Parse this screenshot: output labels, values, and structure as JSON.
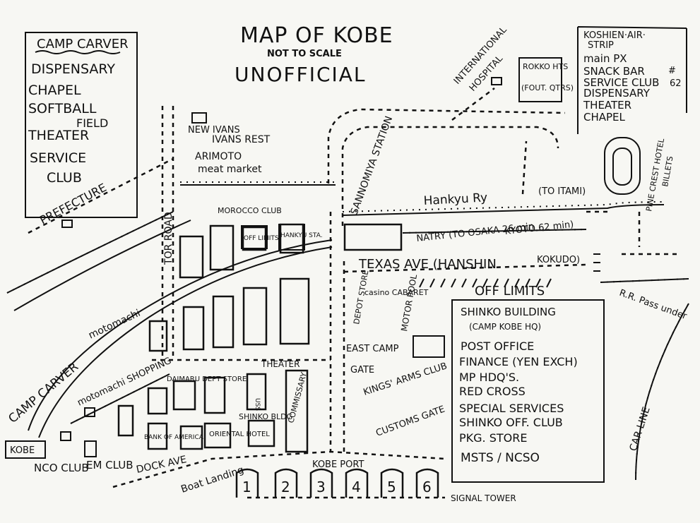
{
  "title": "MAP OF KOBE",
  "subtitle": "NOT TO SCALE",
  "unofficial": "UNOFFICIAL",
  "camp_carver_box": {
    "heading": "CAMP CARVER",
    "items": [
      "DISPENSARY",
      "CHAPEL",
      "SOFTBALL",
      "FIELD",
      "THEATER",
      "SERVICE",
      "CLUB"
    ]
  },
  "koshien_box": {
    "heading": "KOSHIEN·AIR·",
    "heading2": "STRIP",
    "items": [
      "main PX",
      "SNACK BAR",
      "SERVICE CLUB",
      "DISPENSARY",
      "THEATER",
      "CHAPEL"
    ],
    "marker": "#",
    "marker2": "62"
  },
  "shinko_box": {
    "heading": "SHINKO BUILDING",
    "sub": "(CAMP KOBE HQ)",
    "items": [
      "POST OFFICE",
      "FINANCE (YEN EXCH)",
      "MP HDQ'S.",
      "RED CROSS",
      "SPECIAL SERVICES",
      "SHINKO OFF. CLUB",
      "PKG. STORE",
      "MSTS / NCSO"
    ]
  },
  "labels": {
    "new_ivans": "NEW IVANS",
    "ivans_rest": "IVANS REST",
    "arimoto": "ARIMOTO",
    "meat_market": "meat market",
    "international": "INTERNATIONAL",
    "hospital": "HOSPITAL",
    "rokko_hts": "ROKKO HTS",
    "rokko_qtrs": "(FOUT. QTRS)",
    "prefecture": "PREFECTURE",
    "tor_road": "TOR ROAD",
    "morocco_club": "MOROCCO CLUB",
    "off_limits_small": "OFF LIMITS",
    "hankyu_sta": "HANKYU STA.",
    "sannomiya_station": "SANNOMIYA STATION",
    "hankyu_ry": "Hankyu Ry",
    "to_itami": "(TO ITAMI)",
    "pinecrest_hotel": "PINE CREST HOTEL",
    "billets": "BILLETS",
    "natry": "NATRY (TO OSAKA 26 min",
    "natry2": "KYOTO 62 min)",
    "texas_ave": "TEXAS AVE (HANSHIN",
    "kokudo": "KOKUDO)",
    "off_limits": "OFF LIMITS",
    "rr_pass_under": "R.R. Pass under",
    "motomachi": "motomachi",
    "depot_store": "DEPOT STORE",
    "casino_cabaret": "casino CABARET",
    "motor_pool": "MOTOR POOL",
    "east_camp_gate": "EAST CAMP",
    "gate": "GATE",
    "theater": "THEATER",
    "kings_arms_club": "KINGS' ARMS CLUB",
    "motomachi_shopping": "motomachi SHOPPING",
    "daimaru": "DAIMARU DEPT STORE",
    "camp_carver": "CAMP CARVER",
    "kobe": "KOBE",
    "bank_of_america": "BANK OF AMERICA",
    "oriental_hotel": "ORIENTAL HOTEL",
    "shinko_bldg": "SHINKO BLDG",
    "commissary": "COMMISSARY",
    "customs_gate": "CUSTOMS GATE",
    "kobe_port": "KOBE PORT",
    "nco_club": "NCO CLUB",
    "em_club": "EM CLUB",
    "dock_ave": "DOCK AVE",
    "boat_landing": "Boat Landing",
    "signal_tower": "SIGNAL TOWER",
    "car_line": "CAR LINE",
    "uss": "USS"
  },
  "piers": [
    "1",
    "2",
    "3",
    "4",
    "5",
    "6"
  ]
}
